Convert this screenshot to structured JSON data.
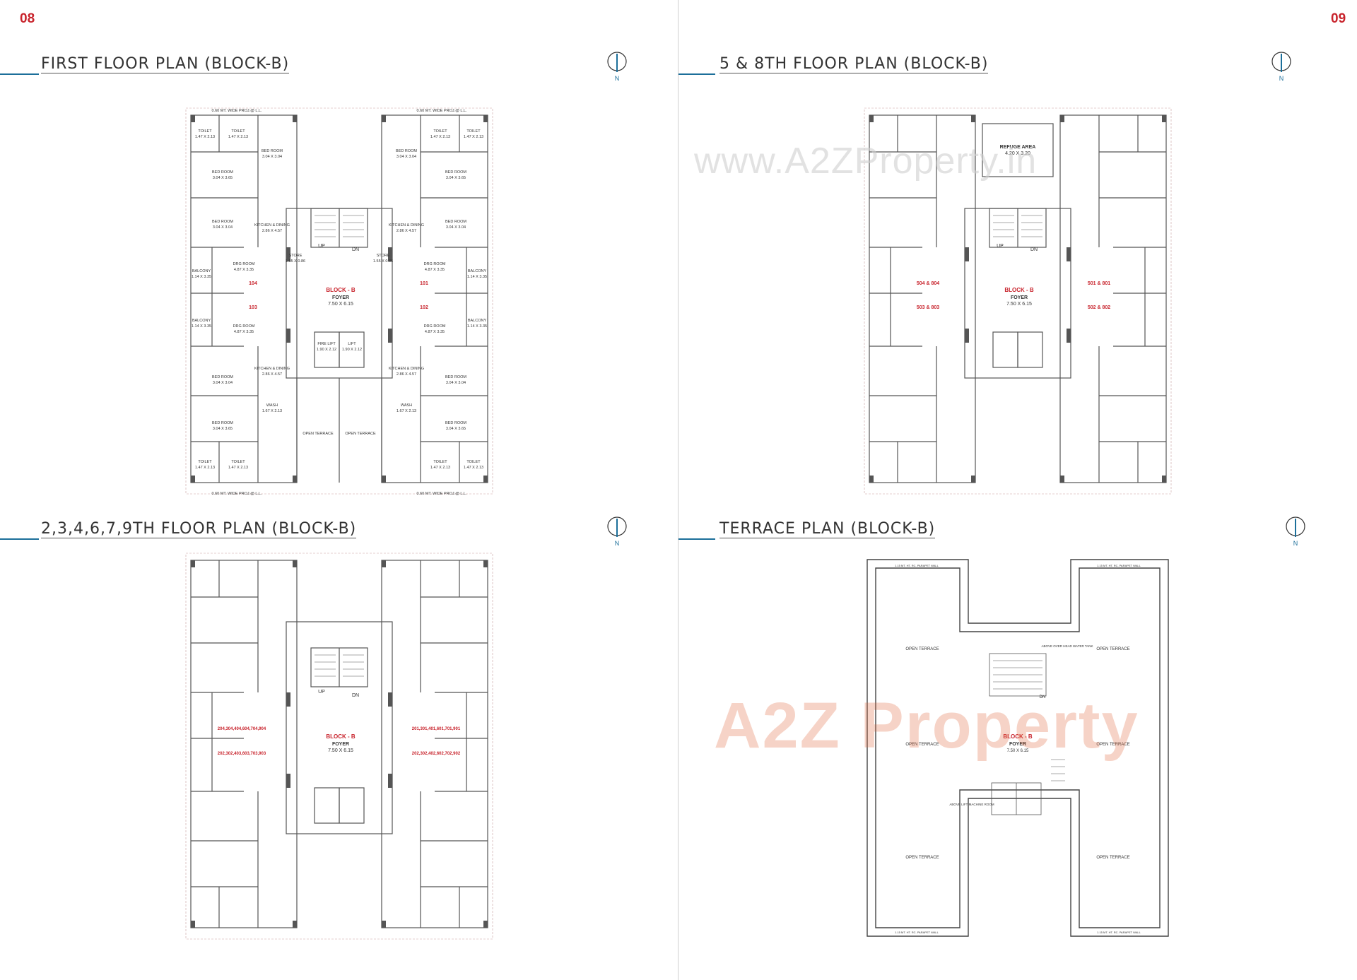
{
  "pages": {
    "left": "08",
    "right": "09"
  },
  "compass_label": "N",
  "watermarks": {
    "url": "www.A2ZProperty.in",
    "logo": "A2Z Property"
  },
  "plans": [
    {
      "title": "FIRST FLOOR PLAN (BLOCK-B)",
      "block": "BLOCK - B",
      "foyer": "FOYER",
      "foyer_dim": "7.50 X 6.15",
      "flats": [
        "104",
        "101",
        "103",
        "102"
      ],
      "up": "UP",
      "dn": "DN",
      "terrace_labels": [
        "OPEN TERRACE",
        "OPEN TERRACE"
      ],
      "proj": "0.60 MT. WIDE PROJ.@ L.L.",
      "rooms": {
        "toilet": "TOILET",
        "toilet_dim": "1.47 X 2.13",
        "bed": "BED ROOM",
        "bed_dim": "3.04 X 3.65",
        "bed2_dim": "3.04 X 3.04",
        "kitchen": "KITCHEN & DINING",
        "kitchen_dim": "2.86 X 4.57",
        "drg": "DRG ROOM",
        "drg_dim": "4.87 X 3.35",
        "balcony": "BALCONY",
        "balcony_dim": "1.14 X 3.35",
        "store": "STORE",
        "store_dim": "1.55 X 0.86",
        "wash": "WASH",
        "wash_dim": "1.67 X 2.13",
        "lift": "LIFT",
        "lift_dim": "1.90 X 2.12",
        "fire_lift": "FIRE LIFT",
        "fire_lift_dim": "1.90 X 2.12"
      }
    },
    {
      "title": "5 & 8TH FLOOR PLAN (BLOCK-B)",
      "block": "BLOCK - B",
      "foyer": "FOYER",
      "foyer_dim": "7.50 X 6.15",
      "flats": [
        "504 & 804",
        "501 & 801",
        "503 & 803",
        "502 & 802"
      ],
      "up": "UP",
      "dn": "DN",
      "refuge": "REFUGE AREA",
      "refuge_dim": "4.20 X 3.20"
    },
    {
      "title": "2,3,4,6,7,9TH FLOOR PLAN (BLOCK-B)",
      "block": "BLOCK - B",
      "foyer": "FOYER",
      "foyer_dim": "7.50 X 6.15",
      "flats": [
        "204,304,404,604,704,904",
        "201,301,401,601,701,901",
        "202,302,403,603,703,903",
        "202,302,402,602,702,902"
      ],
      "up": "UP",
      "dn": "DN"
    },
    {
      "title": "TERRACE PLAN (BLOCK-B)",
      "block": "BLOCK - B",
      "foyer": "FOYER",
      "foyer_dim": "7.50 X 6.15",
      "open_terrace": "OPEN TERRACE",
      "parapet": "1.15 MT. HT. RC. PARAPET WALL",
      "dn": "DN",
      "ohwt": "ABOVE OVER HEAD WATER TANK",
      "machine_room": "ABOVE LIFT MACHINE ROOM"
    }
  ]
}
